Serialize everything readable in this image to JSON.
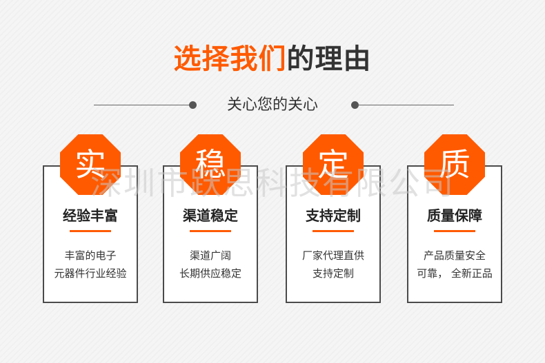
{
  "header": {
    "title_highlight": "选择我们",
    "title_rest": "的理由",
    "subtitle": "关心您的关心"
  },
  "colors": {
    "accent": "#ff5a00",
    "text_dark": "#333333",
    "border": "#4a4a4a"
  },
  "cards": [
    {
      "badge": "实",
      "title": "经验丰富",
      "desc_line1": "丰富的电子",
      "desc_line2": "元器件行业经验"
    },
    {
      "badge": "稳",
      "title": "渠道稳定",
      "desc_line1": "渠道广阔",
      "desc_line2": "长期供应稳定"
    },
    {
      "badge": "定",
      "title": "支持定制",
      "desc_line1": "厂家代理直供",
      "desc_line2": "支持定制"
    },
    {
      "badge": "质",
      "title": "质量保障",
      "desc_line1": "产品质量安全",
      "desc_line2": "可靠，  全新正品"
    }
  ],
  "watermark": "深圳市跃思科技有限公司"
}
